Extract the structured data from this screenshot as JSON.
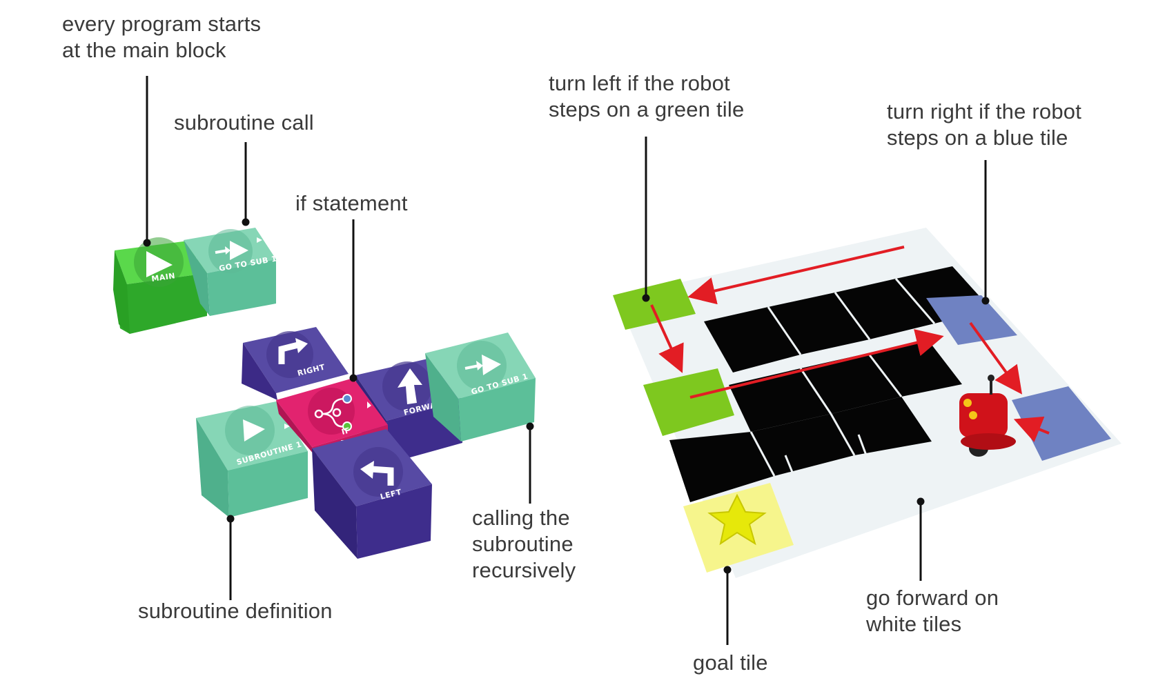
{
  "labels": {
    "main_block": [
      "every program starts",
      "at the main block"
    ],
    "subroutine_call": "subroutine call",
    "if_statement": "if statement",
    "subroutine_definition": "subroutine definition",
    "recursive_call": [
      "calling the",
      "subroutine",
      "recursively"
    ],
    "turn_left": [
      "turn left if the robot",
      "steps on a green tile"
    ],
    "turn_right": [
      "turn right if the robot",
      "steps on a blue tile"
    ],
    "go_forward": [
      "go forward on",
      "white tiles"
    ],
    "goal_tile": "goal tile"
  },
  "cubes": {
    "main": "MAIN",
    "go_to_sub_1_top": "GO TO SUB 1",
    "right": "RIGHT",
    "if": "IF",
    "forward": "FORWARD",
    "go_to_sub_1_bottom": "GO TO SUB 1",
    "subroutine_1": "SUBROUTINE 1",
    "left": "LEFT"
  },
  "colors": {
    "main_green": "#44c43a",
    "sub_teal": "#6fcfa8",
    "purple": "#4b3495",
    "magenta": "#e2236f",
    "tile_green": "#7ec81f",
    "tile_blue": "#6f82c2",
    "tile_black": "#050505",
    "tile_white": "#eef3f5",
    "tile_yellow": "#f6f58c",
    "arrow_red": "#e21d24",
    "robot_red": "#d0121a"
  },
  "icons": {
    "main": "play-icon",
    "go_to_sub": "arrow-play-icon",
    "right": "turn-right-arrow-icon",
    "if": "branch-icon",
    "forward": "up-arrow-icon",
    "left": "turn-left-arrow-icon",
    "goal": "star-icon"
  }
}
